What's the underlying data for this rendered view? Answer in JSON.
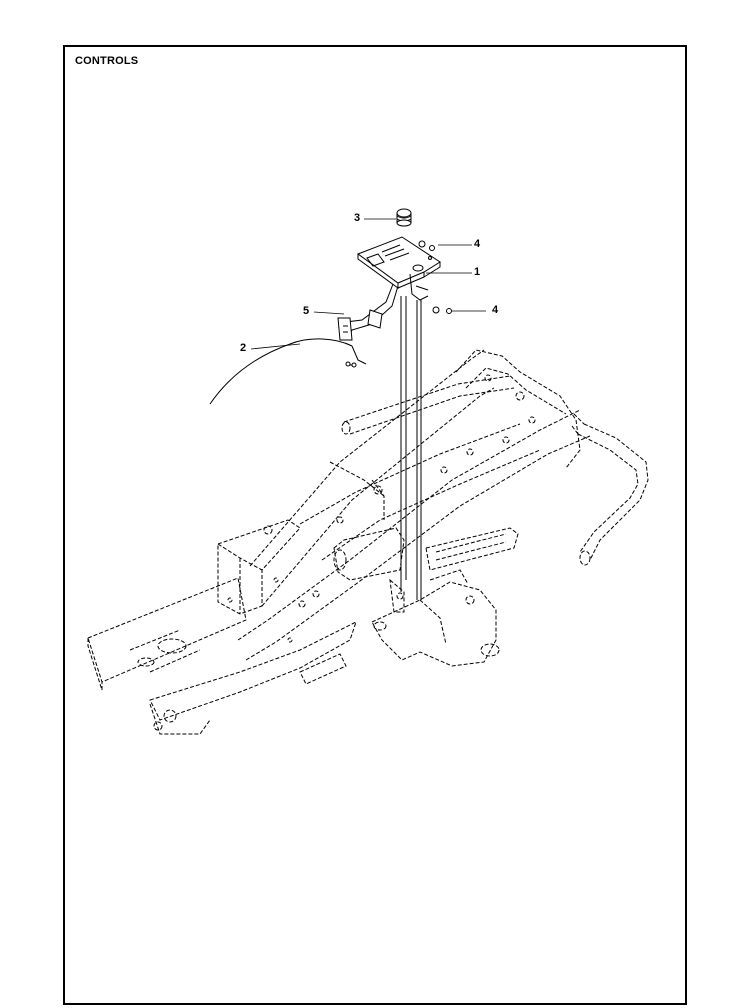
{
  "page": {
    "title": "CONTROLS"
  },
  "callouts": [
    {
      "id": "c3a",
      "label": "3"
    },
    {
      "id": "c4a",
      "label": "4"
    },
    {
      "id": "c1",
      "label": "1"
    },
    {
      "id": "c5",
      "label": "5"
    },
    {
      "id": "c4b",
      "label": "4"
    },
    {
      "id": "c2",
      "label": "2"
    }
  ]
}
